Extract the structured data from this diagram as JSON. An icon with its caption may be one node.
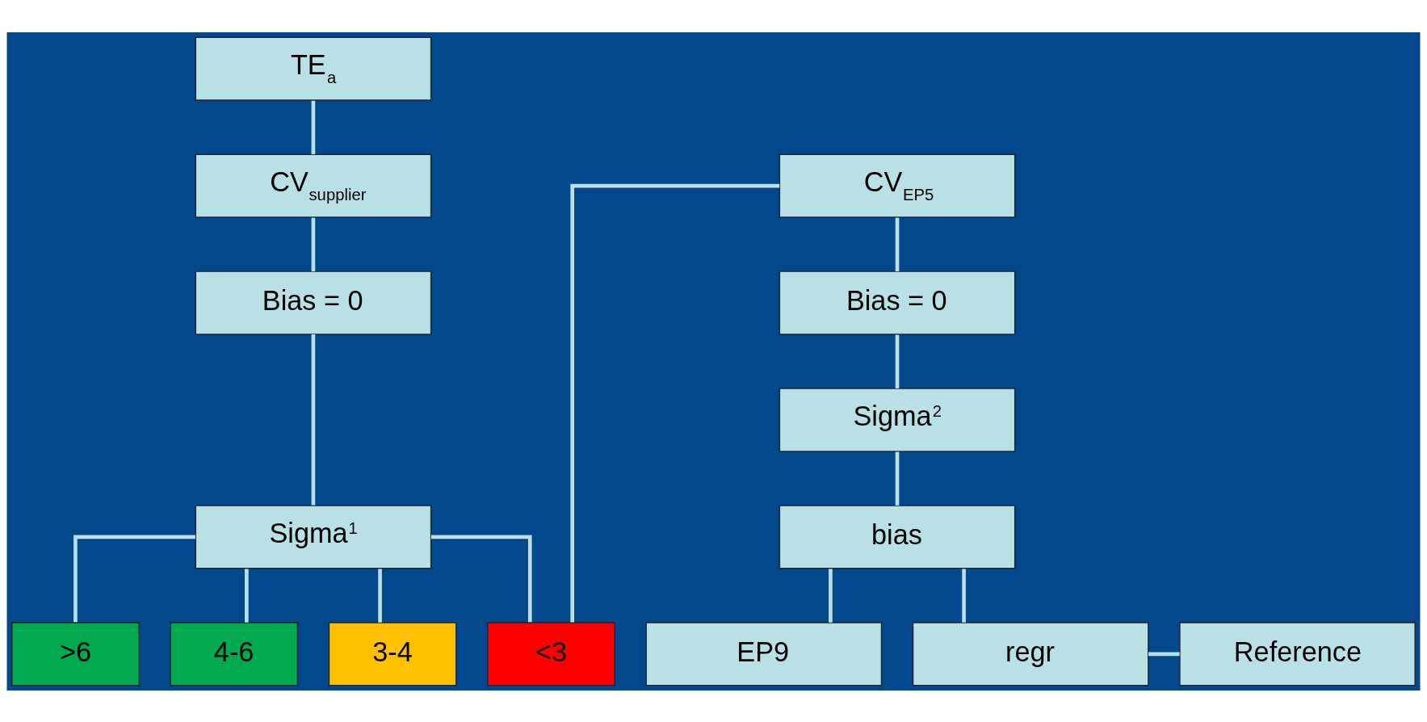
{
  "diagram": {
    "nodes": [
      {
        "text": [
          "TE$_{a}$"
        ]
      },
      {
        "text": [
          "CV$_{supplier}$"
        ]
      },
      {
        "text": [
          "Bias = 0"
        ]
      },
      {
        "text": [
          "Sigma$^{1}$"
        ]
      },
      {
        "text": [
          ">6"
        ]
      },
      {
        "text": [
          "4-6"
        ]
      },
      {
        "text": [
          "3-4"
        ]
      },
      {
        "text": [
          "<3"
        ]
      },
      {
        "text": [
          "CV$_{EP5}$"
        ]
      },
      {
        "text": [
          "Bias = 0"
        ]
      },
      {
        "text": [
          "Sigma$^{2}$"
        ]
      },
      {
        "text": [
          "bias"
        ]
      },
      {
        "text": [
          "EP9"
        ]
      },
      {
        "text": [
          "regr"
        ]
      },
      {
        "text": [
          "Reference"
        ]
      }
    ],
    "edges": [
      {
        "from": 0,
        "to": 1,
        "arrow": "none"
      },
      {
        "from": 1,
        "to": 2,
        "arrow": "none"
      },
      {
        "from": 2,
        "to": 3,
        "arrow": "none"
      },
      {
        "from": 3,
        "to": 4,
        "arrow": "none"
      },
      {
        "from": 3,
        "to": 5,
        "arrow": "none"
      },
      {
        "from": 3,
        "to": 6,
        "arrow": "none"
      },
      {
        "from": 3,
        "to": 7,
        "arrow": "none"
      },
      {
        "from": 7,
        "to": 8,
        "arrow": "none"
      },
      {
        "from": 8,
        "to": 9,
        "arrow": "none"
      },
      {
        "from": 9,
        "to": 10,
        "arrow": "none"
      },
      {
        "from": 10,
        "to": 11,
        "arrow": "none"
      },
      {
        "from": 11,
        "to": 12,
        "arrow": "none"
      },
      {
        "from": 11,
        "to": 13,
        "arrow": "none"
      },
      {
        "from": 13,
        "to": 14,
        "arrow": "none"
      }
    ]
  }
}
